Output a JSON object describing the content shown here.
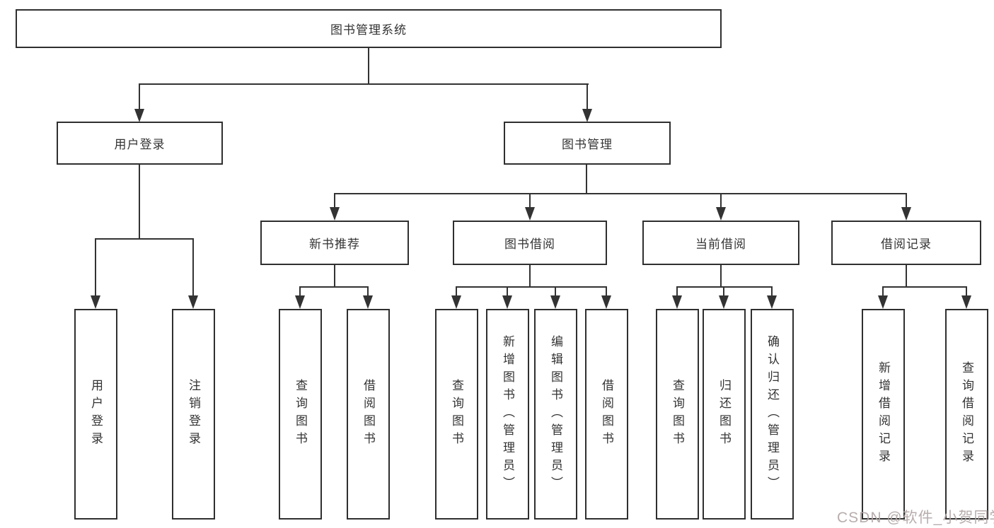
{
  "diagram_title": "图书管理系统",
  "colors": {
    "line": "#333333",
    "box_border": "#2f2f2f",
    "text": "#333333",
    "background": "#ffffff",
    "watermark": "#b2a6a6"
  },
  "tree": {
    "label": "图书管理系统",
    "children": [
      {
        "label": "用户登录",
        "children": [
          {
            "label": "用户登录"
          },
          {
            "label": "注销登录"
          }
        ]
      },
      {
        "label": "图书管理",
        "children": [
          {
            "label": "新书推荐",
            "children": [
              {
                "label": "查询图书"
              },
              {
                "label": "借阅图书"
              }
            ]
          },
          {
            "label": "图书借阅",
            "children": [
              {
                "label": "查询图书"
              },
              {
                "label": "新增图书（管理员）"
              },
              {
                "label": "编辑图书（管理员）"
              },
              {
                "label": "借阅图书"
              }
            ]
          },
          {
            "label": "当前借阅",
            "children": [
              {
                "label": "查询图书"
              },
              {
                "label": "归还图书"
              },
              {
                "label": "确认归还（管理员）"
              }
            ]
          },
          {
            "label": "借阅记录",
            "children": [
              {
                "label": "新增借阅记录"
              },
              {
                "label": "查询借阅记录"
              }
            ]
          }
        ]
      }
    ]
  },
  "watermark": {
    "text": "CSDN @软件_小贺同学"
  }
}
